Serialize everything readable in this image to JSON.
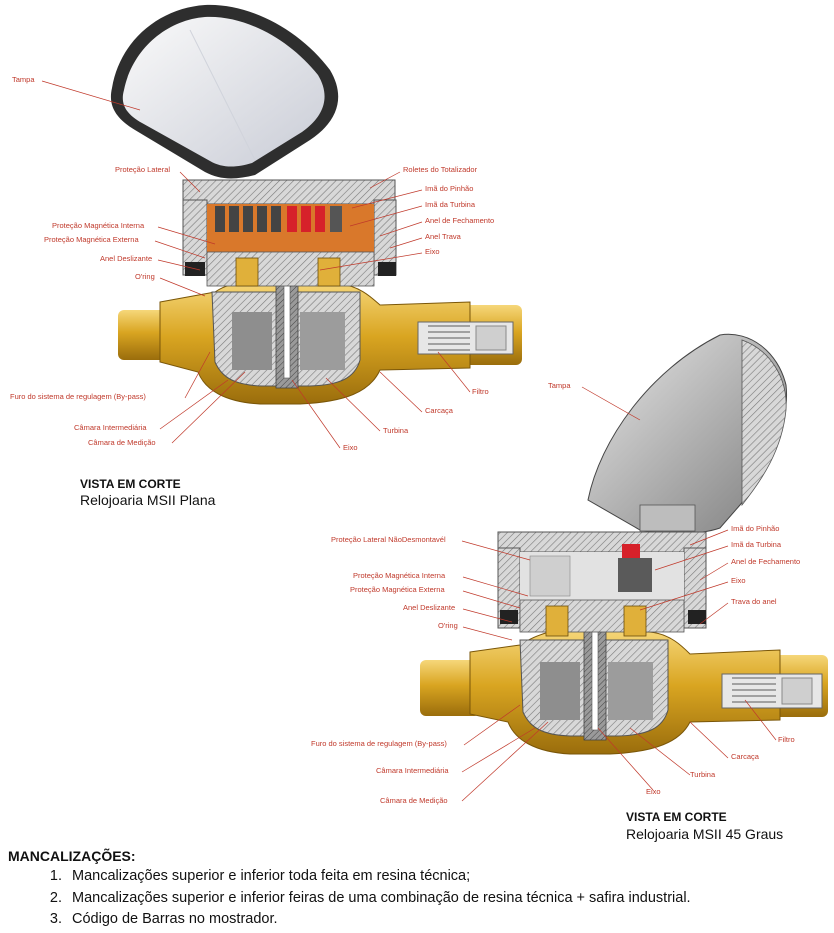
{
  "diagram1": {
    "caption_title": "VISTA EM CORTE",
    "caption_subtitle": "Relojoaria MSII Plana",
    "labels": {
      "tampa": "Tampa",
      "protecao_lateral": "Proteção Lateral",
      "roletes": "Roletes do Totalizador",
      "ima_pinhao": "Imã do Pinhão",
      "ima_turbina": "Imã da Turbina",
      "anel_fechamento": "Anel de Fechamento",
      "anel_trava": "Anel Trava",
      "eixo_top": "Eixo",
      "prot_mag_interna": "Proteção Magnética Interna",
      "prot_mag_externa": "Proteção Magnética Externa",
      "anel_deslizante": "Anel Deslizante",
      "oring": "O'ring",
      "filtro": "Filtro",
      "furo": "Furo do sistema de regulagem (By-pass)",
      "carcaca": "Carcaça",
      "camara_intermediaria": "Câmara Intermediária",
      "turbina": "Turbina",
      "camara_medicao": "Câmara de Medição",
      "eixo_bottom": "Eixo"
    }
  },
  "diagram2": {
    "caption_title": "VISTA EM CORTE",
    "caption_subtitle": "Relojoaria MSII 45 Graus",
    "labels": {
      "tampa": "Tampa",
      "ima_pinhao": "Imã do Pinhão",
      "ima_turbina": "Imã da Turbina",
      "anel_fechamento": "Anel de Fechamento",
      "protecao_lateral": "Proteção Lateral NãoDesmontavél",
      "eixo_top": "Eixo",
      "trava_anel": "Trava do anel",
      "prot_mag_interna": "Proteção Magnética Interna",
      "prot_mag_externa": "Proteção Magnética Externa",
      "anel_deslizante": "Anel Deslizante",
      "oring": "O'ring",
      "filtro": "Filtro",
      "furo": "Furo do sistema de regulagem (By-pass)",
      "carcaca": "Carcaça",
      "camara_intermediaria": "Câmara Intermediária",
      "turbina": "Turbina",
      "camara_medicao": "Câmara de Medição",
      "eixo_bottom": "Eixo"
    }
  },
  "notes": {
    "title": "MANCALIZAÇÕES:",
    "items": [
      "Mancalizações superior e inferior toda feita em resina técnica;",
      "Mancalizações superior e inferior feiras de uma combinação de resina técnica + safira industrial.",
      "Código de Barras no mostrador."
    ]
  },
  "colors": {
    "brass": "#d9a521",
    "label": "#c0392b",
    "leader": "#c0392b",
    "hatch": "#777777"
  }
}
